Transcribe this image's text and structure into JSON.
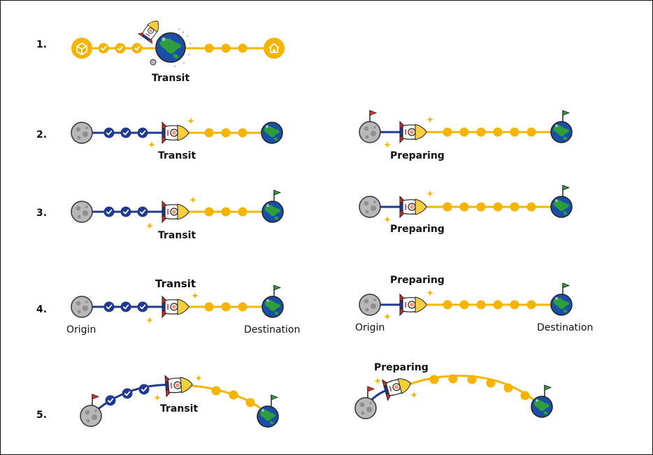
{
  "colors": {
    "done_line": "#1f3a93",
    "pending_line": "#f5b400",
    "moon": "#b8b8b8",
    "earth_ocean": "#1a4fa8",
    "earth_land": "#2e9e3b",
    "flag_red": "#e32f2f",
    "flag_green": "#2e9e3b",
    "rocket_body": "#f6cf3a",
    "rocket_fin": "#d62b2b"
  },
  "icons": [
    "package-icon",
    "rocket-icon",
    "earth-icon",
    "home-icon",
    "moon-icon",
    "flag-icon",
    "check-icon",
    "sparkle-icon"
  ],
  "rows": [
    {
      "number": "1.",
      "variants": [
        {
          "status": "Transit"
        }
      ]
    },
    {
      "number": "2.",
      "variants": [
        {
          "status": "Transit"
        },
        {
          "status": "Preparing"
        }
      ]
    },
    {
      "number": "3.",
      "variants": [
        {
          "status": "Transit"
        },
        {
          "status": "Preparing"
        }
      ]
    },
    {
      "number": "4.",
      "variants": [
        {
          "status": "Transit",
          "origin": "Origin",
          "destination": "Destination"
        },
        {
          "status": "Preparing",
          "origin": "Origin",
          "destination": "Destination"
        }
      ]
    },
    {
      "number": "5.",
      "variants": [
        {
          "status": "Transit"
        },
        {
          "status": "Preparing"
        }
      ]
    }
  ]
}
